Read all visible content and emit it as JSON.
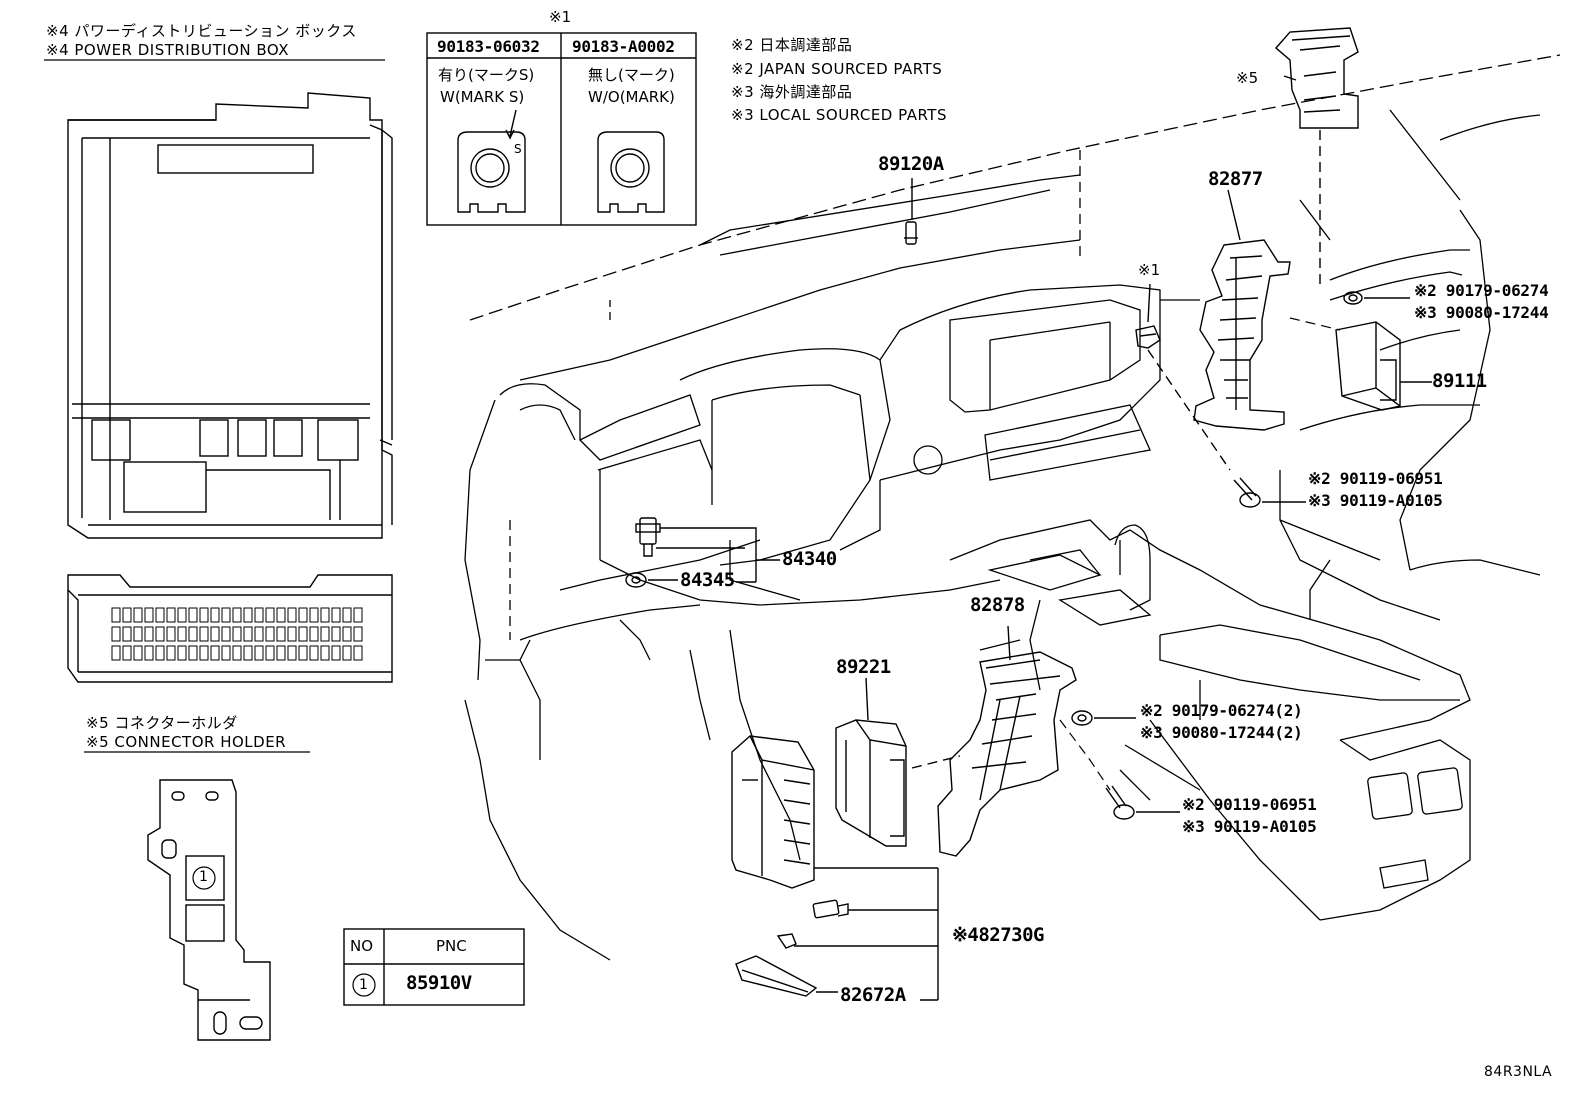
{
  "notes": {
    "pdb_jp": "※4 パワーディストリビューション ボックス",
    "pdb_en": "※4 POWER DISTRIBUTION BOX",
    "ch_jp": "※5 コネクターホルダ",
    "ch_en": "※5 CONNECTOR HOLDER",
    "japan_jp": "※2 日本調達部品",
    "japan_en": "※2 JAPAN SOURCED PARTS",
    "local_jp": "※3 海外調達部品",
    "local_en": "※3 LOCAL SOURCED PARTS"
  },
  "mark_table": {
    "title": "※1",
    "col1_pn": "90183-06032",
    "col2_pn": "90183-A0002",
    "col1_jp": "有り(マークS)",
    "col1_en": "W(MARK S)",
    "col2_jp": "無し(マーク)",
    "col2_en": "W/O(MARK)",
    "mark_letter": "S"
  },
  "pnc_table": {
    "h_no": "NO",
    "h_pnc": "PNC",
    "row_no": "1",
    "row_pnc": "85910V"
  },
  "holder_marker": "1",
  "parts": {
    "p89120A": "89120A",
    "p82877": "82877",
    "p89111": "89111",
    "p84340": "84340",
    "p84345": "84345",
    "p82878": "82878",
    "p89221": "89221",
    "p82730G": "※482730G",
    "p82672A": "82672A",
    "clip_ref": "※1",
    "conn_ref": "※5",
    "a1": "※2 90179-06274",
    "a2": "※3 90080-17244",
    "b1": "※2 90119-06951",
    "b2": "※3 90119-A0105",
    "c1": "※2 90179-06274(2)",
    "c2": "※3 90080-17244(2)",
    "d1": "※2 90119-06951",
    "d2": "※3 90119-A0105"
  },
  "illustration_code": "84R3NLA"
}
